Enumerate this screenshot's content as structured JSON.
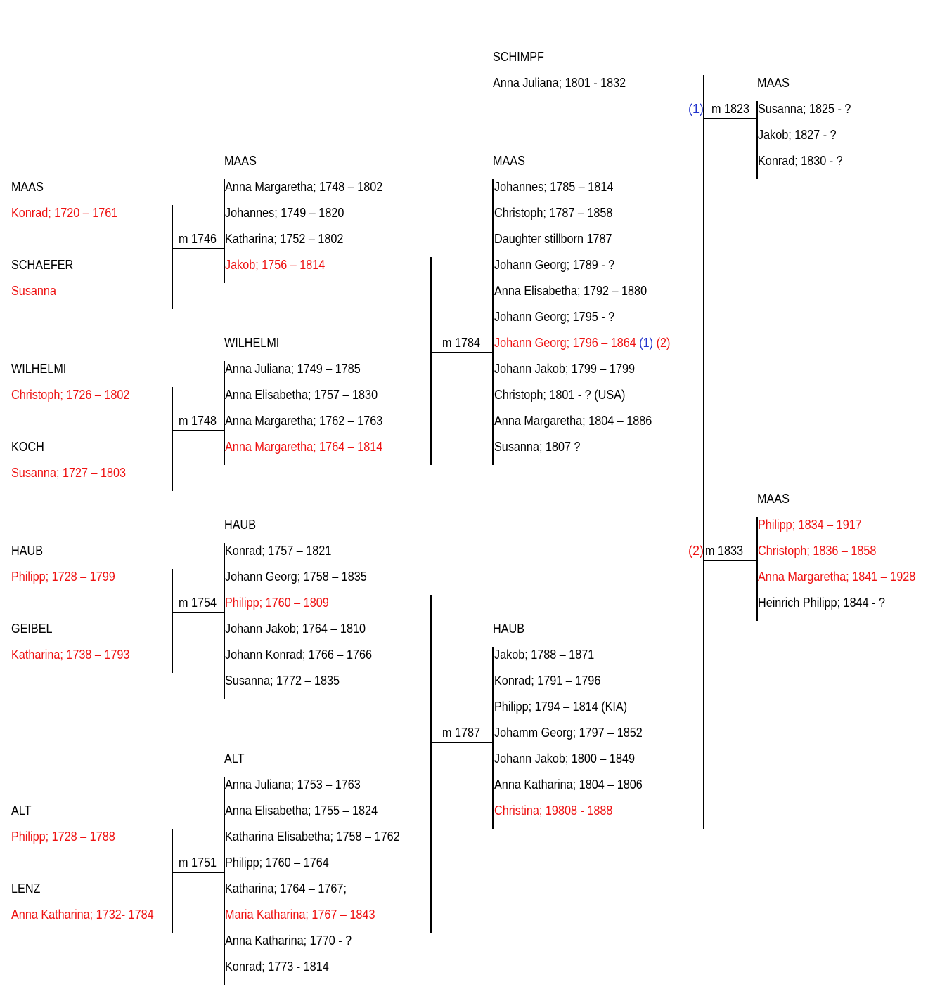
{
  "colors": {
    "highlight": "#ee1111",
    "reference": "#2233cc",
    "normal": "#000000"
  },
  "gen1": {
    "maas_konrad": {
      "surname": "MAAS",
      "person": "Konrad; 1720 – 1761"
    },
    "schaefer_susanna": {
      "surname": "SCHAEFER",
      "person": "Susanna"
    },
    "wilhelmi_christoph": {
      "surname": "WILHELMI",
      "person": "Christoph; 1726 – 1802"
    },
    "koch_susanna": {
      "surname": "KOCH",
      "person": "Susanna; 1727 – 1803"
    },
    "haub_philipp": {
      "surname": "HAUB",
      "person": "Philipp; 1728 – 1799"
    },
    "geibel_katharina": {
      "surname": "GEIBEL",
      "person": "Katharina; 1738 – 1793"
    },
    "alt_philipp": {
      "surname": "ALT",
      "person": "Philipp; 1728 – 1788"
    },
    "lenz_anna_katharina": {
      "surname": "LENZ",
      "person": "Anna Katharina; 1732- 1784"
    }
  },
  "marriages": {
    "m1746": "m 1746",
    "m1748": "m 1748",
    "m1754": "m 1754",
    "m1751": "m 1751",
    "m1784": "m 1784",
    "m1787": "m 1787",
    "m1823": "m 1823",
    "m1833": "m 1833"
  },
  "gen2": {
    "maas": {
      "surname": "MAAS",
      "children": [
        "Anna Margaretha; 1748 – 1802",
        "Johannes; 1749 – 1820",
        "Katharina; 1752 – 1802",
        "Jakob; 1756 – 1814"
      ]
    },
    "wilhelmi": {
      "surname": "WILHELMI",
      "children": [
        "Anna Juliana; 1749 – 1785",
        "Anna Elisabetha; 1757 – 1830",
        "Anna Margaretha; 1762 – 1763",
        "Anna Margaretha; 1764 – 1814"
      ]
    },
    "haub": {
      "surname": "HAUB",
      "children": [
        "Konrad; 1757 – 1821",
        "Johann Georg; 1758 – 1835",
        "Philipp; 1760 – 1809",
        "Johann Jakob; 1764 – 1810",
        "Johann Konrad; 1766 – 1766",
        "Susanna; 1772 – 1835"
      ]
    },
    "alt": {
      "surname": "ALT",
      "children": [
        "Anna Juliana; 1753 – 1763",
        "Anna Elisabetha; 1755 – 1824",
        "Katharina Elisabetha; 1758 – 1762",
        "Philipp; 1760 – 1764",
        "Katharina; 1764 – 1767;",
        "Maria Katharina; 1767 – 1843",
        "Anna Katharina; 1770 - ?",
        "Konrad; 1773 - 1814"
      ]
    }
  },
  "gen3": {
    "schimpf": {
      "surname": "SCHIMPF",
      "person": "Anna Juliana; 1801 - 1832"
    },
    "maas": {
      "surname": "MAAS",
      "children": [
        "Johannes; 1785 – 1814",
        "Christoph; 1787 – 1858",
        "Daughter stillborn 1787",
        "Johann Georg; 1789 - ?",
        "Anna Elisabetha; 1792 – 1880",
        "Johann Georg; 1795 - ?",
        "Johann Georg; 1796 – 1864",
        "Johann Jakob; 1799 – 1799",
        "Christoph; 1801 - ? (USA)",
        "Anna Margaretha; 1804 – 1886",
        "Susanna; 1807 ?"
      ],
      "ref1": "(1)",
      "ref2": "(2)"
    },
    "haub": {
      "surname": "HAUB",
      "children": [
        "Jakob; 1788 – 1871",
        "Konrad; 1791 – 1796",
        "Philipp; 1794 – 1814 (KIA)",
        "Johamm Georg; 1797 – 1852",
        "Johann Jakob; 1800 – 1849",
        "Anna Katharina; 1804 – 1806",
        "Christina; 19808 - 1888"
      ]
    }
  },
  "gen4": {
    "first_marriage": {
      "ref": "(1)",
      "surname": "MAAS",
      "children": [
        "Susanna; 1825 - ?",
        "Jakob; 1827 - ?",
        "Konrad; 1830 - ?"
      ]
    },
    "second_marriage": {
      "ref": "(2)",
      "surname": "MAAS",
      "children": [
        "Philipp; 1834 – 1917",
        "Christoph; 1836 – 1858",
        "Anna Margaretha; 1841 – 1928",
        "Heinrich Philipp; 1844 - ?"
      ]
    }
  }
}
